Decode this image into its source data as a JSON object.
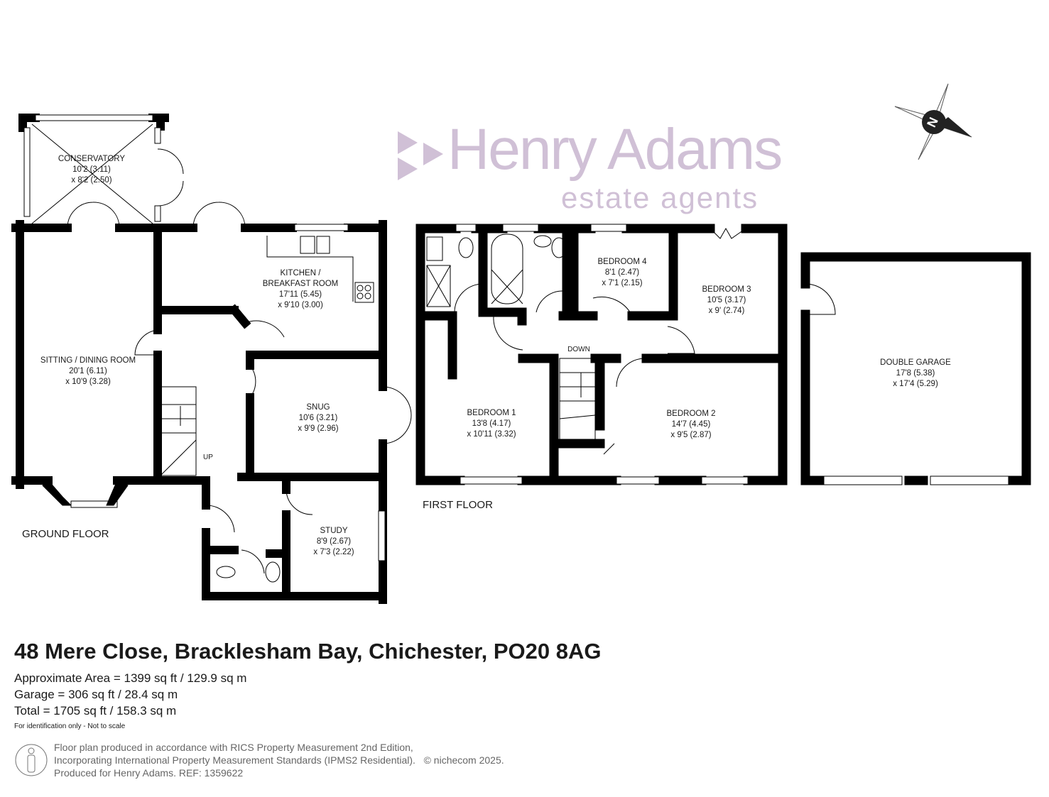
{
  "rooms": {
    "conservatory": {
      "name": "CONSERVATORY",
      "dim1": "10'2 (3.11)",
      "dim2": "x 8'2 (2.50)"
    },
    "sitting": {
      "name": "SITTING / DINING ROOM",
      "dim1": "20'1 (6.11)",
      "dim2": "x 10'9 (3.28)"
    },
    "kitchen": {
      "name1": "KITCHEN /",
      "name2": "BREAKFAST ROOM",
      "dim1": "17'11 (5.45)",
      "dim2": "x 9'10 (3.00)"
    },
    "snug": {
      "name": "SNUG",
      "dim1": "10'6 (3.21)",
      "dim2": "x 9'9 (2.96)"
    },
    "study": {
      "name": "STUDY",
      "dim1": "8'9 (2.67)",
      "dim2": "x 7'3 (2.22)"
    },
    "bedroom1": {
      "name": "BEDROOM 1",
      "dim1": "13'8 (4.17)",
      "dim2": "x 10'11 (3.32)"
    },
    "bedroom2": {
      "name": "BEDROOM 2",
      "dim1": "14'7 (4.45)",
      "dim2": "x 9'5 (2.87)"
    },
    "bedroom3": {
      "name": "BEDROOM 3",
      "dim1": "10'5 (3.17)",
      "dim2": "x 9' (2.74)"
    },
    "bedroom4": {
      "name": "BEDROOM 4",
      "dim1": "8'1 (2.47)",
      "dim2": "x 7'1 (2.15)"
    },
    "garage": {
      "name": "DOUBLE GARAGE",
      "dim1": "17'8 (5.38)",
      "dim2": "x 17'4 (5.29)"
    }
  },
  "stairs": {
    "up": "UP",
    "down": "DOWN"
  },
  "floors": {
    "ground": "GROUND FLOOR",
    "first": "FIRST FLOOR"
  },
  "watermark": {
    "line1": "Henry Adams",
    "line2": "estate agents"
  },
  "compass": {
    "letter": "N"
  },
  "address": "48 Mere Close, Bracklesham Bay, Chichester, PO20 8AG",
  "areas": {
    "approx": "Approximate Area = 1399 sq ft / 129.9 sq m",
    "garage": "Garage = 306 sq ft / 28.4 sq m",
    "total": "Total = 1705 sq ft / 158.3 sq m",
    "disclaimer": "For identification only - Not to scale"
  },
  "footer": {
    "line1": "Floor plan produced in accordance with RICS Property Measurement 2nd Edition,",
    "line2": "Incorporating International Property Measurement Standards (IPMS2 Residential).",
    "copyright": "© nichecom 2025.",
    "line3": "Produced for Henry Adams.   REF: 1359622"
  },
  "colors": {
    "wall": "#000000",
    "watermark": "#c8b6cf",
    "footer": "#666666"
  }
}
